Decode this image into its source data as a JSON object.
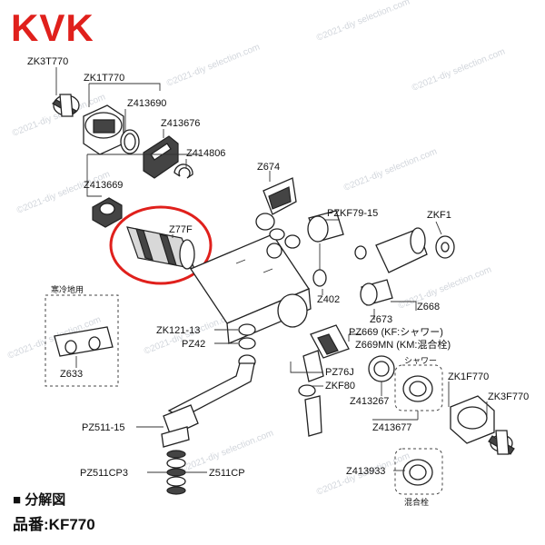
{
  "brand": {
    "logo_text": "KVK",
    "logo_color": "#e0201c"
  },
  "watermark": "©2021-diy selection.com",
  "legend": {
    "section_marker": "■ 分解図",
    "model_line": "品番:KF770"
  },
  "highlight_color": "#e0201c",
  "part_labels": {
    "zk3t770": "ZK3T770",
    "zk1t770": "ZK1T770",
    "z413690": "Z413690",
    "z413676": "Z413676",
    "z414806": "Z414806",
    "z413669": "Z413669",
    "z77f": "Z77F",
    "z674": "Z674",
    "pzkf79_15": "PZKF79-15",
    "zkf1": "ZKF1",
    "z402": "Z402",
    "z668": "Z668",
    "z673": "Z673",
    "pz669": "PZ669 (KF:シャワー)",
    "z669mn": "Z669MN (KM:混合栓)",
    "shower": "シャワー",
    "pz76j": "PZ76J",
    "zkf80": "ZKF80",
    "z413267": "Z413267",
    "zk1f770": "ZK1F770",
    "zk3f770": "ZK3F770",
    "z413677": "Z413677",
    "z413933": "Z413933",
    "mixer": "混合栓",
    "zk121_13": "ZK121-13",
    "pz42": "PZ42",
    "cold_region": "寒冷地用",
    "z633": "Z633",
    "pz511_15": "PZ511-15",
    "pz511cp3": "PZ511CP3",
    "z511cp": "Z511CP"
  }
}
